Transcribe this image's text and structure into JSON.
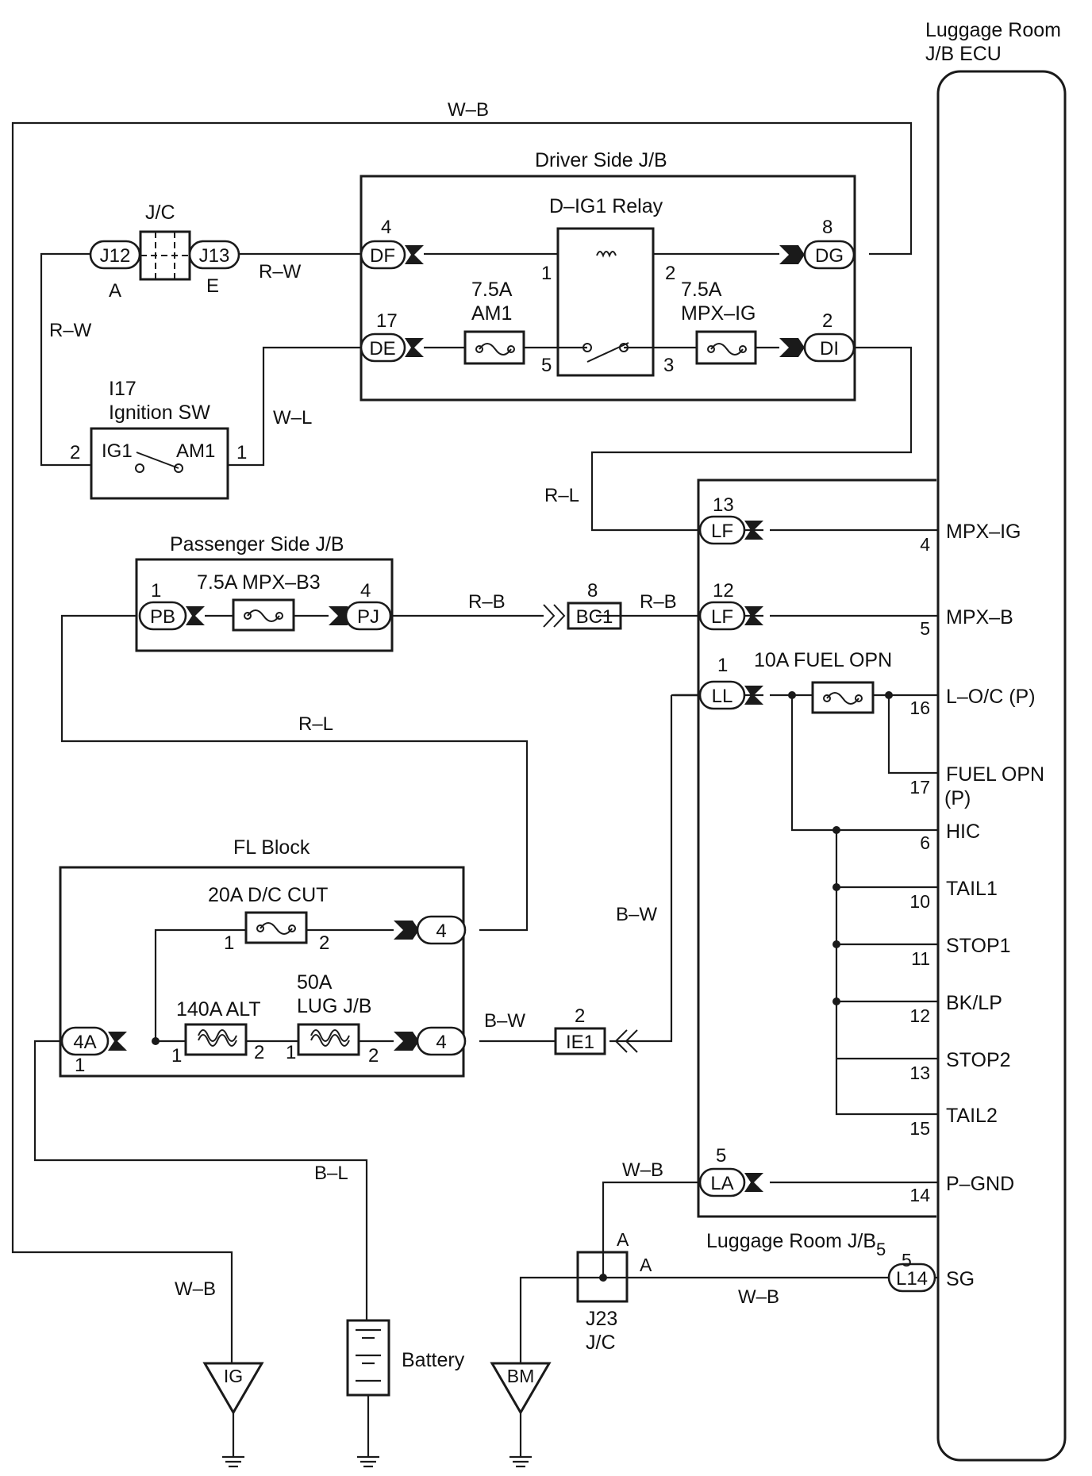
{
  "ecu": {
    "title_line1": "Luggage Room",
    "title_line2": "J/B ECU"
  },
  "blocks": {
    "driver_jb": "Driver Side J/B",
    "passenger_jb": "Passenger Side J/B",
    "fl_block": "FL Block",
    "luggage_jb": "Luggage Room J/B",
    "luggage_jb_sub": "5",
    "relay": "D–IG1 Relay",
    "jc_top": "J/C",
    "jc_bottom_1": "J23",
    "jc_bottom_2": "J/C",
    "ign_code": "I17",
    "ign_name": "Ignition SW",
    "battery": "Battery"
  },
  "connectors": {
    "J12": "J12",
    "J13": "J13",
    "DF": "DF",
    "DE": "DE",
    "DG": "DG",
    "DI": "DI",
    "PB": "PB",
    "PJ": "PJ",
    "BC1": "BC1",
    "LF13": "LF",
    "LF12": "LF",
    "LL": "LL",
    "LA": "LA",
    "L14": "L14",
    "4A": "4A",
    "FL4a": "4",
    "FL4b": "4",
    "IE1": "IE1",
    "IG": "IG",
    "BM": "BM"
  },
  "fuses": {
    "am1_amp": "7.5A",
    "am1_name": "AM1",
    "mpxig_amp": "7.5A",
    "mpxig_name": "MPX–IG",
    "mpxb3": "7.5A MPX–B3",
    "fuel_opn": "10A FUEL OPN",
    "dc_cut": "20A D/C CUT",
    "alt": "140A ALT",
    "lug_amp": "50A",
    "lug_name": "LUG J/B"
  },
  "wires": {
    "wb_top": "W–B",
    "rw_1": "R–W",
    "rw_2": "R–W",
    "wl": "W–L",
    "rl_1": "R–L",
    "rb_1": "R–B",
    "rb_2": "R–B",
    "rl_2": "R–L",
    "bw_1": "B–W",
    "bw_2": "B–W",
    "bl": "B–L",
    "wb_ig": "W–B",
    "wb_la": "W–B",
    "wb_sg": "W–B"
  },
  "pins": {
    "j12": "A",
    "j13": "E",
    "df": "4",
    "de": "17",
    "dg": "8",
    "di": "2",
    "relay_1": "1",
    "relay_2": "2",
    "relay_5": "5",
    "relay_3": "3",
    "ign_2": "2",
    "ign_1": "1",
    "ign_ig1": "IG1",
    "ign_am1": "AM1",
    "pb": "1",
    "pj": "4",
    "bc1": "8",
    "lf13": "13",
    "lf12": "12",
    "ll": "1",
    "la": "5",
    "ie1": "2",
    "fl4a": "1",
    "dc_1": "1",
    "dc_2": "2",
    "alt_1": "1",
    "alt_2": "2",
    "lug_1": "1",
    "lug_2": "2",
    "j23_a1": "A",
    "j23_a2": "A"
  },
  "ecu_terminals": [
    {
      "name": "MPX–IG",
      "pin": "4"
    },
    {
      "name": "MPX–B",
      "pin": "5"
    },
    {
      "name": "L–O/C (P)",
      "pin": "16"
    },
    {
      "name": "FUEL OPN",
      "name2": "(P)",
      "pin": "17"
    },
    {
      "name": "HIC",
      "pin": "6"
    },
    {
      "name": "TAIL1",
      "pin": "10"
    },
    {
      "name": "STOP1",
      "pin": "11"
    },
    {
      "name": "BK/LP",
      "pin": "12"
    },
    {
      "name": "STOP2",
      "pin": "13"
    },
    {
      "name": "TAIL2",
      "pin": "15"
    },
    {
      "name": "P–GND",
      "pin": "14"
    },
    {
      "name": "SG",
      "pin": "5"
    }
  ]
}
